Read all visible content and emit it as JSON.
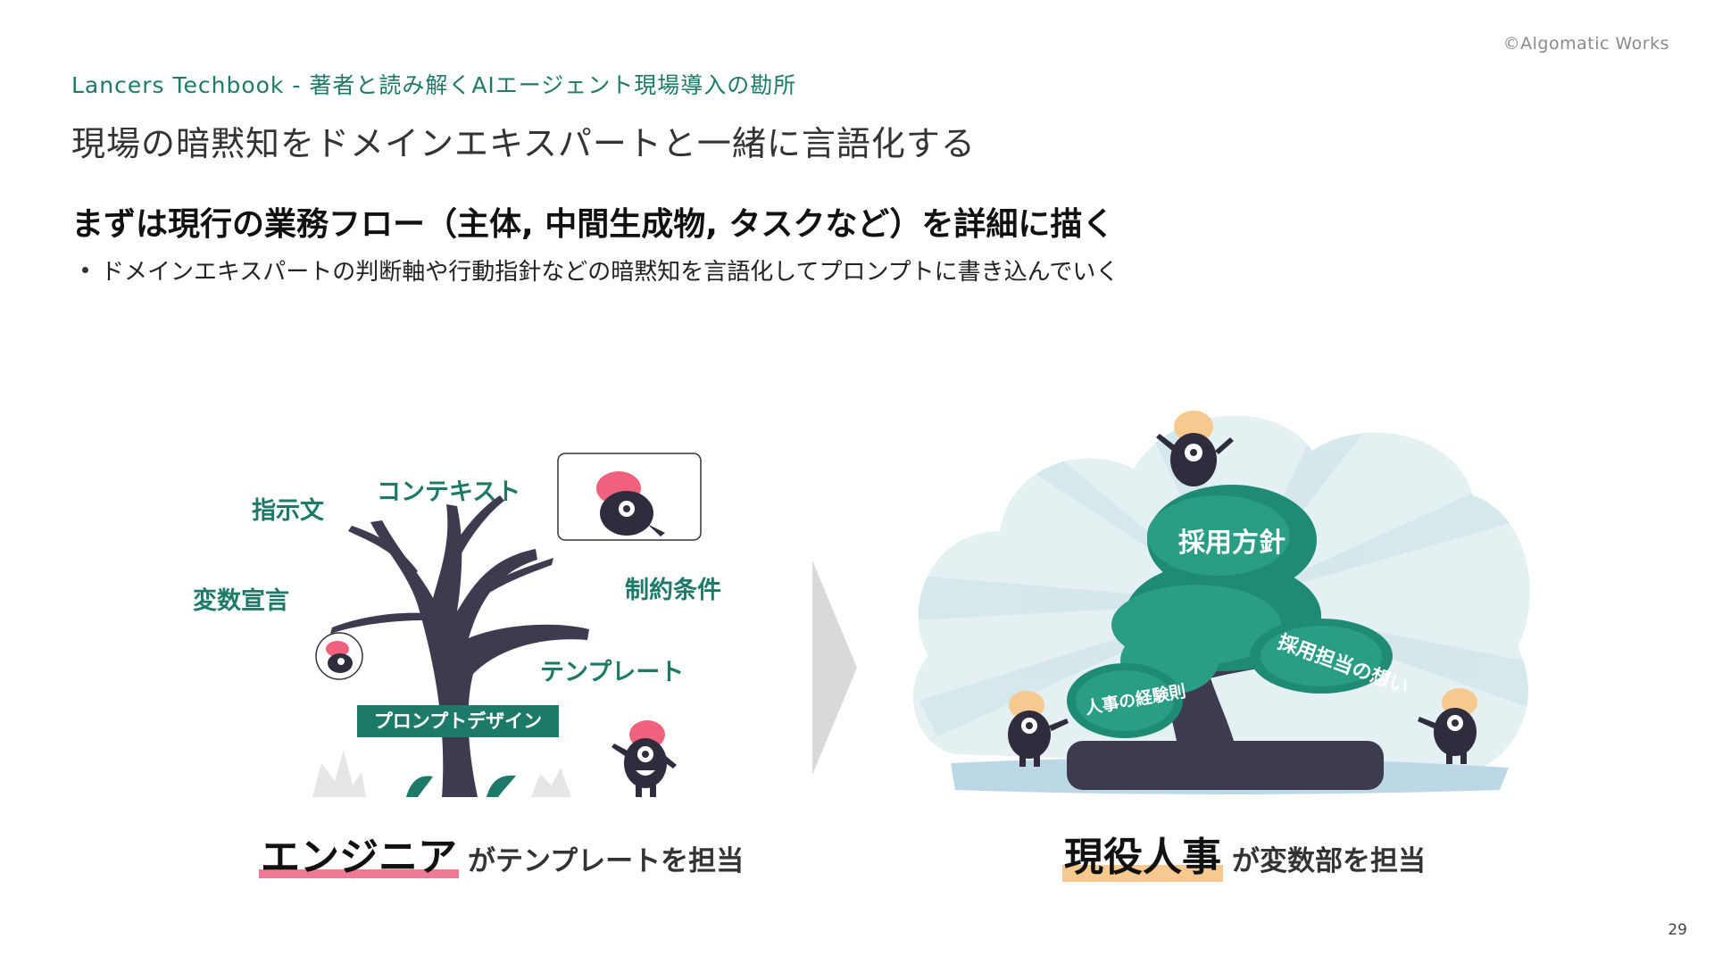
{
  "copyright": "©Algomatic Works",
  "subtitle": "Lancers Techbook - 著者と読み解くAIエージェント現場導入の勘所",
  "title": "現場の暗黙知をドメインエキスパートと一緒に言語化する",
  "heading": "まずは現行の業務フロー（主体, 中間生成物, タスクなど）を詳細に描く",
  "bullet": "ドメインエキスパートの判断軸や行動指針などの暗黙知を言語化してプロンプトに書き込んでいく",
  "left_illustration": {
    "labels": {
      "instruction": "指示文",
      "context": "コンテキスト",
      "variable": "変数宣言",
      "constraint": "制約条件",
      "template": "テンプレート",
      "prompt_design": "プロンプトデザイン"
    },
    "caption_main": "エンジニア",
    "caption_sub": "がテンプレートを担当"
  },
  "right_illustration": {
    "labels": {
      "policy": "採用方針",
      "recruiter_thought": "採用担当の想い",
      "hr_experience": "人事の経験則"
    },
    "caption_main": "現役人事",
    "caption_sub": "が変数部を担当"
  },
  "page_number": "29",
  "colors": {
    "accent": "#1e7a68",
    "tree_green": "#2a9d85",
    "character": "#2f2d3d",
    "pink": "#f0617e",
    "orange": "#f7c98e"
  }
}
